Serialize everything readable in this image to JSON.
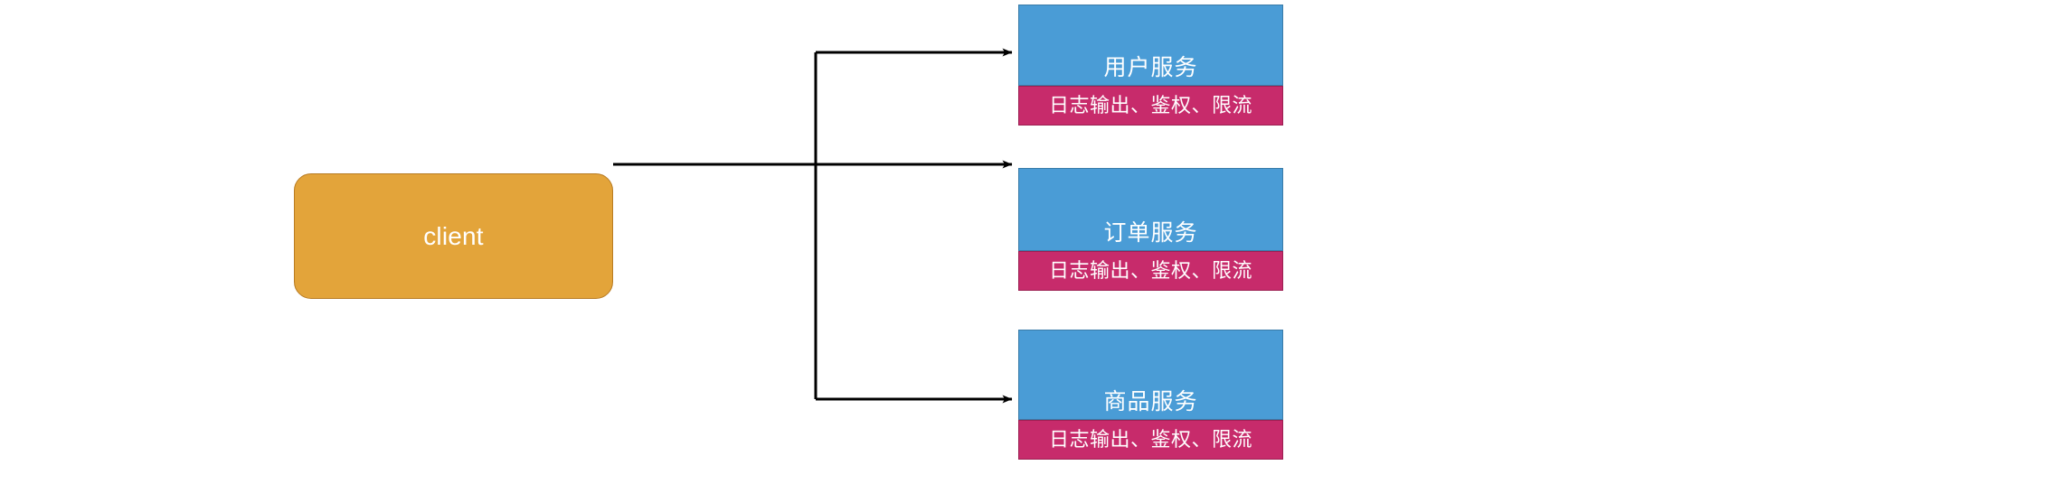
{
  "diagram": {
    "title": "client to microservices with cross-cutting concerns",
    "background": "#ffffff",
    "client": {
      "label": "client",
      "fill": "#E3A43A",
      "stroke": "#B87B22",
      "text_color": "#ffffff"
    },
    "services": [
      {
        "name": "用户服务",
        "concerns": "日志输出、鉴权、限流",
        "header_fill": "#4A9CD6",
        "header_stroke": "#3A7CA8",
        "footer_fill": "#C72B6B",
        "footer_stroke": "#9C1F52",
        "text_color": "#ffffff"
      },
      {
        "name": "订单服务",
        "concerns": "日志输出、鉴权、限流",
        "header_fill": "#4A9CD6",
        "header_stroke": "#3A7CA8",
        "footer_fill": "#C72B6B",
        "footer_stroke": "#9C1F52",
        "text_color": "#ffffff"
      },
      {
        "name": "商品服务",
        "concerns": "日志输出、鉴权、限流",
        "header_fill": "#4A9CD6",
        "header_stroke": "#3A7CA8",
        "footer_fill": "#C72B6B",
        "footer_stroke": "#9C1F52",
        "text_color": "#ffffff"
      }
    ],
    "connectors": {
      "stroke": "#000000",
      "stroke_width": 3,
      "arrow_head": "filled-triangle",
      "edges": [
        {
          "from": "client",
          "to": "用户服务"
        },
        {
          "from": "client",
          "to": "订单服务"
        },
        {
          "from": "client",
          "to": "商品服务"
        }
      ]
    }
  }
}
